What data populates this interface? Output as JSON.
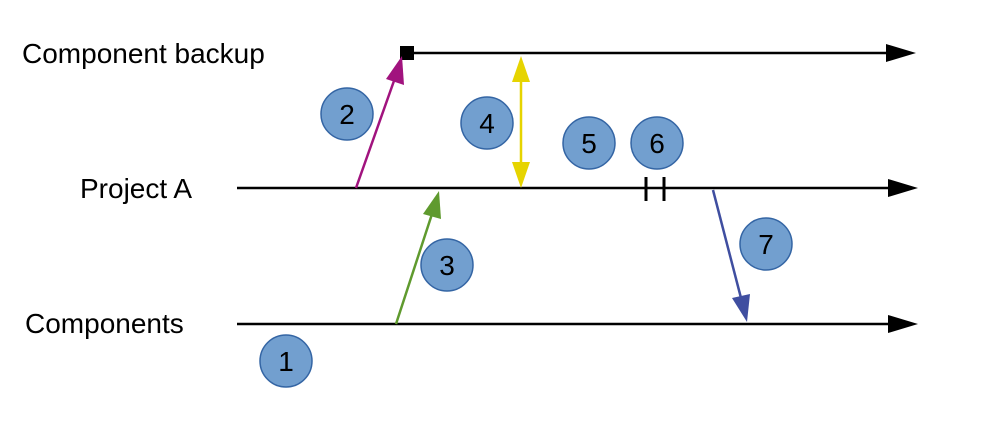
{
  "lanes": {
    "component_backup": "Component backup",
    "project_a": "Project A",
    "components": "Components"
  },
  "badges": {
    "b1": "1",
    "b2": "2",
    "b3": "3",
    "b4": "4",
    "b5": "5",
    "b6": "6",
    "b7": "7"
  },
  "colors": {
    "lane_line": "#000000",
    "badge_fill": "#729fcf",
    "badge_stroke": "#3465a4",
    "arrow_backup": "#a1137e",
    "arrow_components_to_project": "#5f9a2e",
    "double_arrow": "#e6d400",
    "arrow_project_to_components": "#3f4ea0"
  }
}
